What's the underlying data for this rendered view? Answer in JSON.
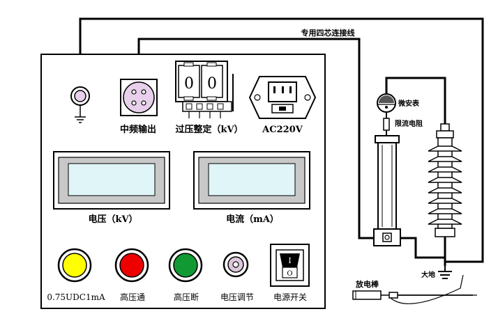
{
  "panel": {
    "output_label": "中频输出",
    "overvoltage_label": "过压整定（kV）",
    "overvoltage_digits": [
      "0",
      "0"
    ],
    "power_inlet_label": "AC220V",
    "voltage_meter_label": "电压（kV）",
    "current_meter_label": "电流（mA）",
    "buttons": {
      "yellow_label": "0.75UDC1mA",
      "red_label": "高压通",
      "green_label": "高压断",
      "knob_label": "电压调节",
      "switch_label": "电源开关"
    },
    "switch_symbols": {
      "on": "I",
      "off": "O"
    }
  },
  "wiring": {
    "cable_label": "专用四芯连接线",
    "microammeter_label": "微安表",
    "resistor_label": "限流电阻",
    "ground_label": "大地",
    "discharge_rod_label": "放电棒"
  },
  "colors": {
    "yellow": "#ffff00",
    "red": "#ee0000",
    "green": "#119933",
    "lcd_face": "#dff5f8",
    "lcd_frame": "#c8c8c8",
    "knob_face": "#dcc8dc",
    "connector_face": "#e8d0ec"
  }
}
